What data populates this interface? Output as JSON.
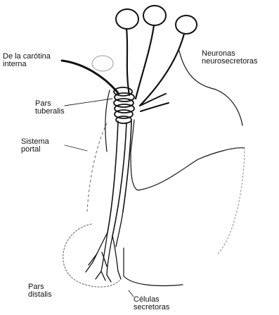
{
  "labels": {
    "carotida": [
      "De la carótina",
      "interna"
    ],
    "neuronas": [
      "Neuronas",
      "neurosecretoras"
    ],
    "pars_tuberalis": [
      "Pars",
      "tuberalis"
    ],
    "sistema_portal": [
      "Sistema",
      "portal"
    ],
    "pars_distalis": [
      "Pars",
      "distalis"
    ],
    "celulas": [
      "Células",
      "secretoras"
    ]
  },
  "colors": {
    "ink": "#111111",
    "dotted": "#555555"
  }
}
